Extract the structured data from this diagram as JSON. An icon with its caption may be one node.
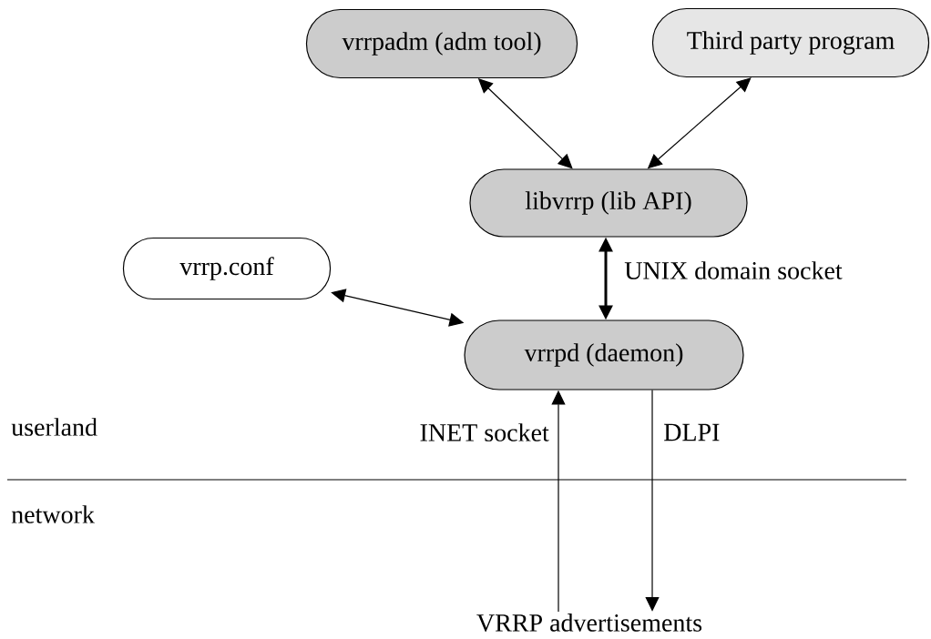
{
  "diagram": {
    "nodes": [
      {
        "text": [
          "vrrpadm (adm tool)"
        ]
      },
      {
        "text": [
          "Third party program"
        ]
      },
      {
        "text": [
          "libvrrp (lib API)"
        ]
      },
      {
        "text": [
          "vrrp.conf"
        ]
      },
      {
        "text": [
          "vrrpd (daemon)"
        ]
      },
      {
        "text": [
          "VRRP advertisements"
        ]
      }
    ],
    "edges": [
      {
        "from": 0,
        "to": 2,
        "arrow": "both"
      },
      {
        "from": 1,
        "to": 2,
        "arrow": "both"
      },
      {
        "from": 2,
        "to": 4,
        "arrow": "both",
        "style": "thick",
        "label": "UNIX domain socket"
      },
      {
        "from": 3,
        "to": 4,
        "arrow": "both"
      },
      {
        "from": 5,
        "to": 4,
        "arrow": "to",
        "label": "INET socket"
      },
      {
        "from": 4,
        "to": 5,
        "arrow": "to",
        "label": "DLPI"
      }
    ],
    "labels": [
      "userland",
      "network"
    ]
  }
}
